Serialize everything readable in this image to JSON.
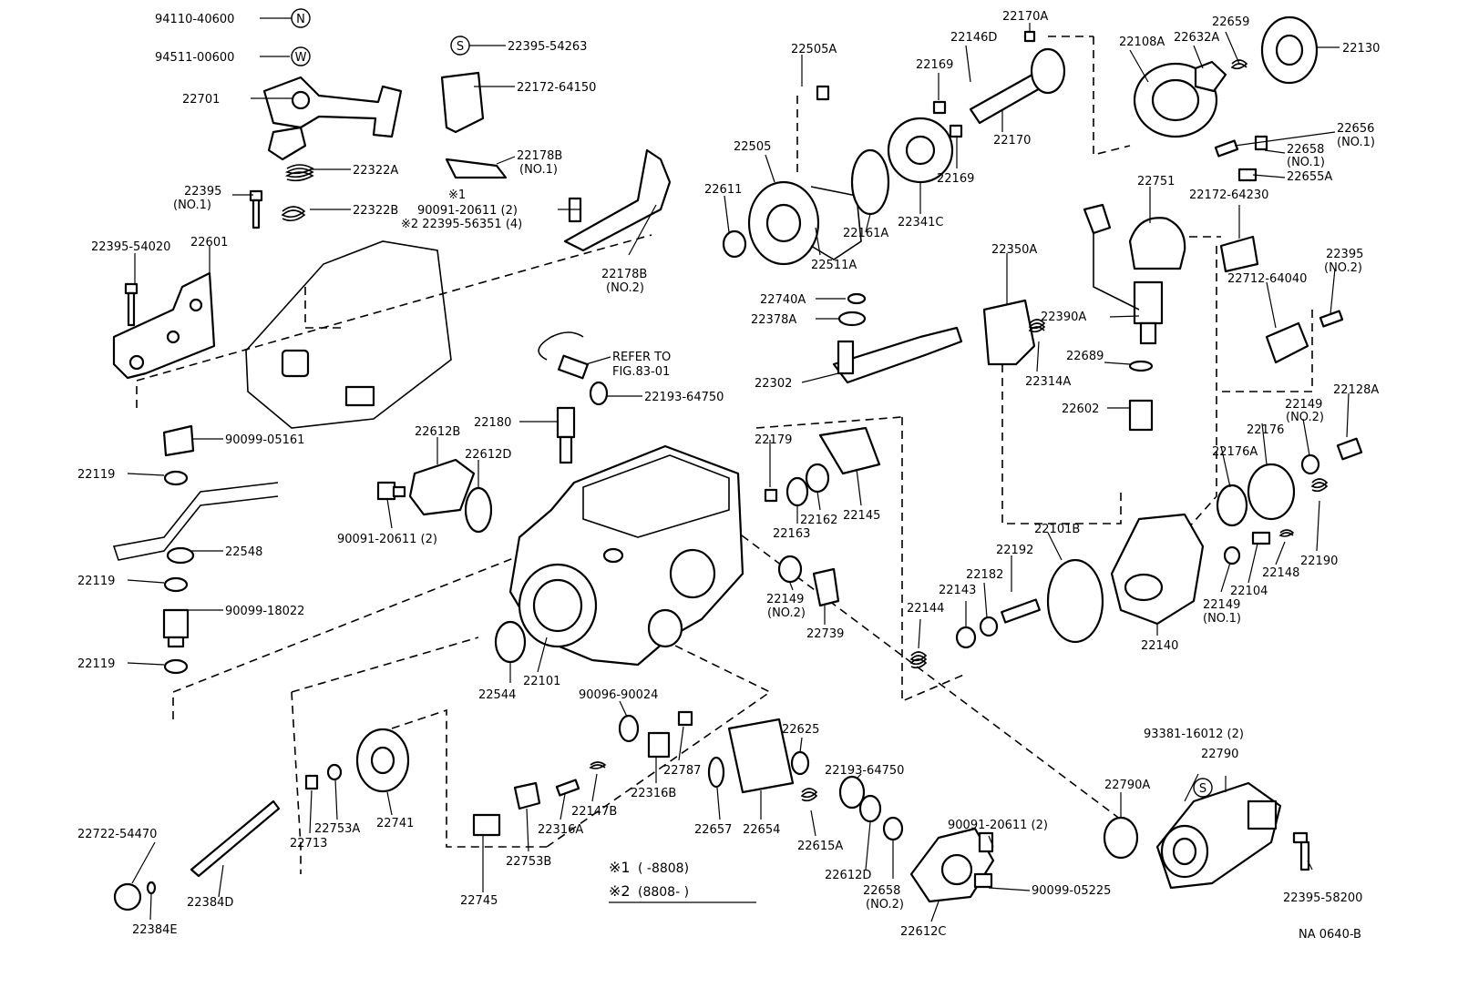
{
  "callouts": [
    {
      "id": "c1",
      "text": "94110-40600"
    },
    {
      "id": "c2",
      "text": "94511-00600"
    },
    {
      "id": "c3",
      "text": "22701"
    },
    {
      "id": "c4",
      "text": "22322A"
    },
    {
      "id": "c5",
      "text": "22395"
    },
    {
      "id": "c6",
      "text": "(NO.1)"
    },
    {
      "id": "c7",
      "text": "22322B"
    },
    {
      "id": "c8",
      "text": "22395-54020"
    },
    {
      "id": "c9",
      "text": "22601"
    },
    {
      "id": "c10",
      "text": "90099-05161"
    },
    {
      "id": "c11",
      "text": "22119"
    },
    {
      "id": "c12",
      "text": "22548"
    },
    {
      "id": "c13",
      "text": "22119"
    },
    {
      "id": "c14",
      "text": "90099-18022"
    },
    {
      "id": "c15",
      "text": "22119"
    },
    {
      "id": "c16",
      "text": "22395-54263"
    },
    {
      "id": "c17",
      "text": "22172-64150"
    },
    {
      "id": "c18",
      "text": "22178B"
    },
    {
      "id": "c19",
      "text": "(NO.1)"
    },
    {
      "id": "c20",
      "text": "※1"
    },
    {
      "id": "c21",
      "text": "90091-20611 (2)"
    },
    {
      "id": "c22",
      "text": "※2 22395-56351 (4)"
    },
    {
      "id": "c23",
      "text": "22178B"
    },
    {
      "id": "c24",
      "text": "(NO.2)"
    },
    {
      "id": "c25",
      "text": "REFER TO"
    },
    {
      "id": "c26",
      "text": "FIG.83-01"
    },
    {
      "id": "c27",
      "text": "22193-64750"
    },
    {
      "id": "c28",
      "text": "22180"
    },
    {
      "id": "c29",
      "text": "22612B"
    },
    {
      "id": "c30",
      "text": "22612D"
    },
    {
      "id": "c31",
      "text": "90091-20611 (2)"
    },
    {
      "id": "c32",
      "text": "22544"
    },
    {
      "id": "c33",
      "text": "22101"
    },
    {
      "id": "c34",
      "text": "22505A"
    },
    {
      "id": "c35",
      "text": "22505"
    },
    {
      "id": "c36",
      "text": "22611"
    },
    {
      "id": "c37",
      "text": "22511A"
    },
    {
      "id": "c38",
      "text": "22161A"
    },
    {
      "id": "c39",
      "text": "22341C"
    },
    {
      "id": "c40",
      "text": "22169"
    },
    {
      "id": "c41",
      "text": "22169"
    },
    {
      "id": "c42",
      "text": "22146D"
    },
    {
      "id": "c43",
      "text": "22170A"
    },
    {
      "id": "c44",
      "text": "22170"
    },
    {
      "id": "c45",
      "text": "22108A"
    },
    {
      "id": "c46",
      "text": "22632A"
    },
    {
      "id": "c47",
      "text": "22659"
    },
    {
      "id": "c48",
      "text": "22130"
    },
    {
      "id": "c49",
      "text": "22656"
    },
    {
      "id": "c50",
      "text": "(NO.1)"
    },
    {
      "id": "c51",
      "text": "22658"
    },
    {
      "id": "c52",
      "text": "(NO.1)"
    },
    {
      "id": "c53",
      "text": "22655A"
    },
    {
      "id": "c54",
      "text": "22172-64230"
    },
    {
      "id": "c55",
      "text": "22751"
    },
    {
      "id": "c56",
      "text": "22350A"
    },
    {
      "id": "c57",
      "text": "22740A"
    },
    {
      "id": "c58",
      "text": "22378A"
    },
    {
      "id": "c59",
      "text": "22390A"
    },
    {
      "id": "c60",
      "text": "22302"
    },
    {
      "id": "c61",
      "text": "22314A"
    },
    {
      "id": "c62",
      "text": "22689"
    },
    {
      "id": "c63",
      "text": "22602"
    },
    {
      "id": "c64",
      "text": "22395"
    },
    {
      "id": "c65",
      "text": "(NO.2)"
    },
    {
      "id": "c66",
      "text": "22712-64040"
    },
    {
      "id": "c67",
      "text": "22128A"
    },
    {
      "id": "c68",
      "text": "22149"
    },
    {
      "id": "c69",
      "text": "(NO.2)"
    },
    {
      "id": "c70",
      "text": "22176"
    },
    {
      "id": "c71",
      "text": "22176A"
    },
    {
      "id": "c72",
      "text": "22179"
    },
    {
      "id": "c73",
      "text": "22163"
    },
    {
      "id": "c74",
      "text": "22162"
    },
    {
      "id": "c75",
      "text": "22145"
    },
    {
      "id": "c76",
      "text": "22149"
    },
    {
      "id": "c77",
      "text": "(NO.2)"
    },
    {
      "id": "c78",
      "text": "22739"
    },
    {
      "id": "c79",
      "text": "22101B"
    },
    {
      "id": "c80",
      "text": "22192"
    },
    {
      "id": "c81",
      "text": "22182"
    },
    {
      "id": "c82",
      "text": "22143"
    },
    {
      "id": "c83",
      "text": "22144"
    },
    {
      "id": "c84",
      "text": "22140"
    },
    {
      "id": "c85",
      "text": "22190"
    },
    {
      "id": "c86",
      "text": "22148"
    },
    {
      "id": "c87",
      "text": "22104"
    },
    {
      "id": "c88",
      "text": "22149"
    },
    {
      "id": "c89",
      "text": "(NO.1)"
    },
    {
      "id": "c90",
      "text": "90096-90024"
    },
    {
      "id": "c91",
      "text": "22787"
    },
    {
      "id": "c92",
      "text": "22316B"
    },
    {
      "id": "c93",
      "text": "22147B"
    },
    {
      "id": "c94",
      "text": "22316A"
    },
    {
      "id": "c95",
      "text": "22753B"
    },
    {
      "id": "c96",
      "text": "22745"
    },
    {
      "id": "c97",
      "text": "22625"
    },
    {
      "id": "c98",
      "text": "22657"
    },
    {
      "id": "c99",
      "text": "22654"
    },
    {
      "id": "c100",
      "text": "22615A"
    },
    {
      "id": "c101",
      "text": "22193-64750"
    },
    {
      "id": "c102",
      "text": "22612D"
    },
    {
      "id": "c103",
      "text": "22658"
    },
    {
      "id": "c104",
      "text": "(NO.2)"
    },
    {
      "id": "c105",
      "text": "22612C"
    },
    {
      "id": "c106",
      "text": "90091-20611 (2)"
    },
    {
      "id": "c107",
      "text": "90099-05225"
    },
    {
      "id": "c108",
      "text": "22790A"
    },
    {
      "id": "c109",
      "text": "93381-16012 (2)"
    },
    {
      "id": "c110",
      "text": "22790"
    },
    {
      "id": "c111",
      "text": "22395-58200"
    },
    {
      "id": "c112",
      "text": "22722-54470"
    },
    {
      "id": "c113",
      "text": "22384D"
    },
    {
      "id": "c114",
      "text": "22384E"
    },
    {
      "id": "c115",
      "text": "22713"
    },
    {
      "id": "c116",
      "text": "22753A"
    },
    {
      "id": "c117",
      "text": "22741"
    }
  ],
  "symbols": {
    "n": "N",
    "w": "W",
    "s_top": "S",
    "s_bottom": "S"
  },
  "note": {
    "line1_mark": "※1",
    "line1_range": "(      -8808)",
    "line2_mark": "※2",
    "line2_range": "(8808-      )"
  },
  "figure_code": "NA 0640-B"
}
